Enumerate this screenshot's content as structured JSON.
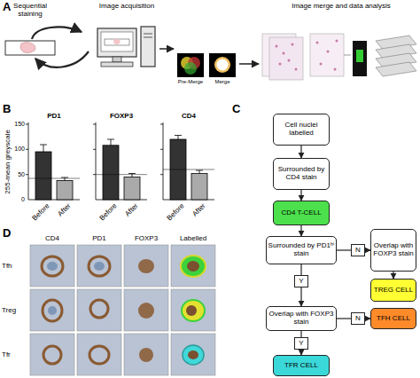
{
  "diagram": {
    "nodes": [
      {
        "text": [
          "Cell nuclei labelled"
        ]
      },
      {
        "text": [
          "Surrounded by CD4 stain"
        ]
      },
      {
        "text": [
          "CD4 T-CELL"
        ]
      },
      {
        "text": [
          "Surrounded by PD1ʰⁱ stain"
        ]
      },
      {
        "text": [
          "N"
        ]
      },
      {
        "text": [
          "Overlap with FOXP3 stain"
        ]
      },
      {
        "text": [
          "TREG CELL"
        ]
      },
      {
        "text": [
          "Y"
        ]
      },
      {
        "text": [
          "Overlap with FOXP3 stain"
        ]
      },
      {
        "text": [
          "N"
        ]
      },
      {
        "text": [
          "TFH CELL"
        ]
      },
      {
        "text": [
          "Y"
        ]
      },
      {
        "text": [
          "TFR CELL"
        ]
      }
    ],
    "edges": [
      {
        "from": 0,
        "to": 1,
        "arrow": "to"
      },
      {
        "from": 1,
        "to": 2,
        "arrow": "to"
      },
      {
        "from": 2,
        "to": 3,
        "arrow": "to"
      },
      {
        "from": 3,
        "to": 4,
        "arrow": "none"
      },
      {
        "from": 4,
        "to": 5,
        "arrow": "to"
      },
      {
        "from": 5,
        "to": 6,
        "arrow": "to"
      },
      {
        "from": 3,
        "to": 7,
        "arrow": "none"
      },
      {
        "from": 7,
        "to": 8,
        "arrow": "to"
      },
      {
        "from": 8,
        "to": 9,
        "arrow": "none"
      },
      {
        "from": 9,
        "to": 10,
        "arrow": "to"
      },
      {
        "from": 8,
        "to": 11,
        "arrow": "none"
      },
      {
        "from": 11,
        "to": 12,
        "arrow": "to"
      }
    ],
    "labels": [
      "A",
      "Sequential staining",
      "Image acquisition",
      "Pre-Merge",
      "Merge",
      "Image merge and data analysis",
      "B",
      "255-mean greyscale",
      "PD1",
      "FOXP3",
      "CD4",
      "150",
      "100",
      "50",
      "0",
      "Before",
      "After",
      "Before",
      "After",
      "Before",
      "After",
      "C",
      "D",
      "CD4",
      "PD1",
      "FOXP3",
      "Labelled",
      "Tfh",
      "Treg",
      "Tfr"
    ]
  }
}
